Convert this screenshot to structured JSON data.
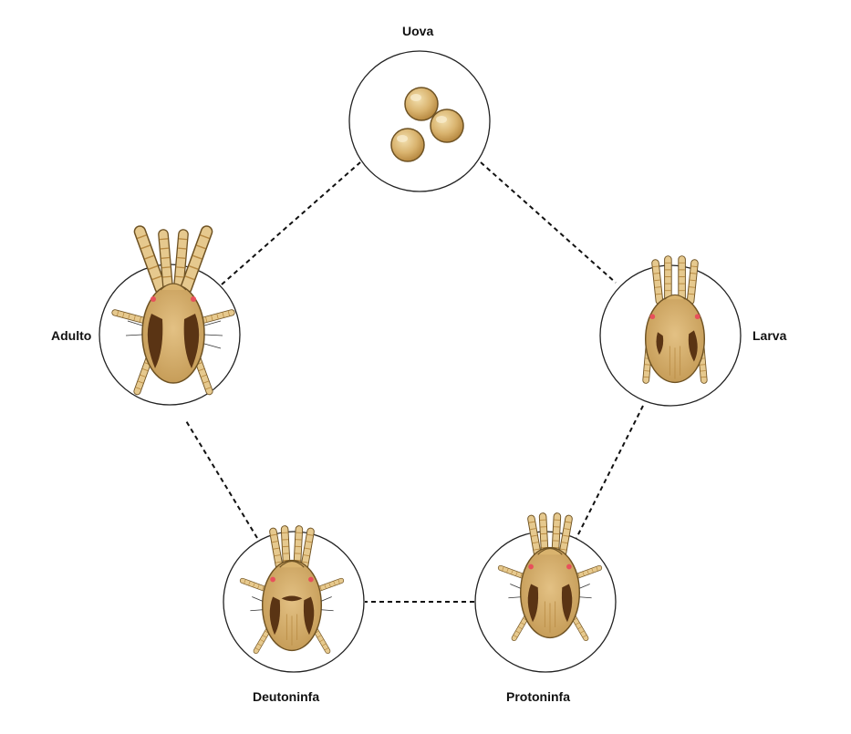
{
  "stages": {
    "eggs": {
      "label": "Uova"
    },
    "larva": {
      "label": "Larva"
    },
    "protonymph": {
      "label": "Protoninfa"
    },
    "deutonymph": {
      "label": "Deutoninfa"
    },
    "adult": {
      "label": "Adulto"
    }
  },
  "colors": {
    "body": "#d9b36e",
    "body_shade": "#b88a42",
    "outline": "#6e5223",
    "dark_mark": "#5a3414",
    "eye": "#e8505b",
    "leg": "#e6c98e",
    "circle": "#222222",
    "connector": "#111111"
  }
}
